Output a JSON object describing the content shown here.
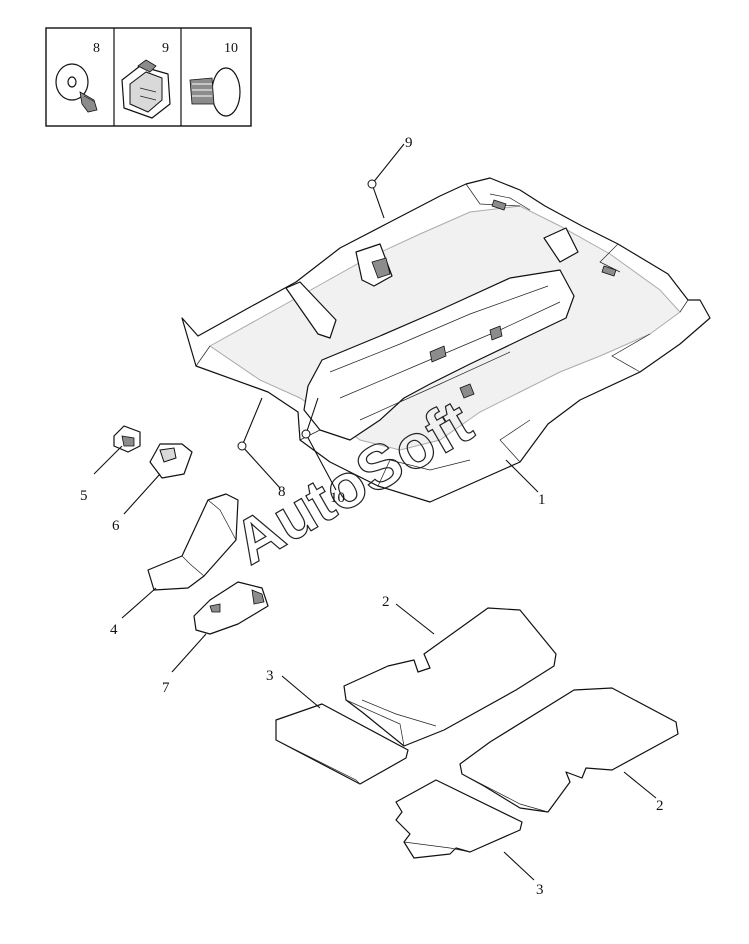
{
  "legend_box": {
    "cells": [
      {
        "number": "8",
        "icon": "push-rivet-icon"
      },
      {
        "number": "9",
        "icon": "bracket-clip-icon"
      },
      {
        "number": "10",
        "icon": "fir-tree-clip-icon"
      }
    ]
  },
  "callouts": {
    "c1": "1",
    "c2a": "2",
    "c2b": "2",
    "c3a": "3",
    "c3b": "3",
    "c4": "4",
    "c5": "5",
    "c6": "6",
    "c7": "7",
    "c8": "8",
    "c9": "9",
    "c10": "10"
  },
  "watermark": "AutoSoft"
}
